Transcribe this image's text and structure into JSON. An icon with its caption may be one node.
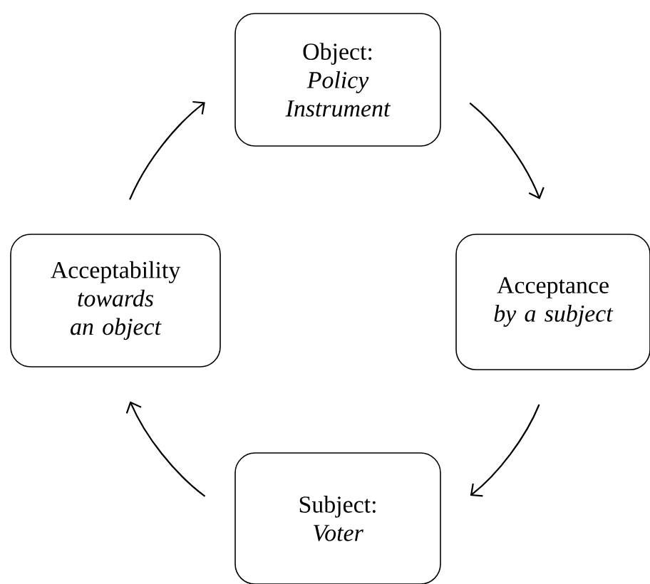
{
  "diagram": {
    "nodes": [
      {
        "text": [
          "Object:",
          "Policy Instrument"
        ]
      },
      {
        "text": [
          "Acceptance",
          "by a subject"
        ]
      },
      {
        "text": [
          "Subject:",
          "Voter"
        ]
      },
      {
        "text": [
          "Acceptability",
          "towards an object"
        ]
      }
    ],
    "edges": [
      {
        "from": 0,
        "to": 1,
        "arrow": "to"
      },
      {
        "from": 1,
        "to": 2,
        "arrow": "to"
      },
      {
        "from": 2,
        "to": 3,
        "arrow": "to"
      },
      {
        "from": 3,
        "to": 0,
        "arrow": "to"
      }
    ]
  }
}
